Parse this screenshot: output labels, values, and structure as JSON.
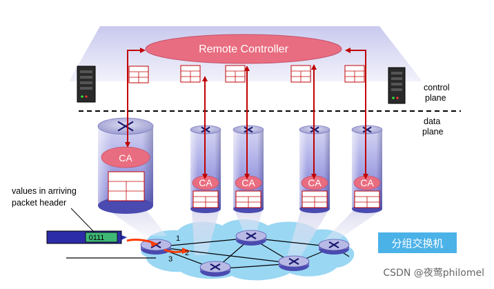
{
  "remote_controller": "Remote Controller",
  "plane_labels": {
    "control": [
      "control",
      "plane"
    ],
    "data": [
      "data",
      "plane"
    ]
  },
  "ca_label": "CA",
  "arriving_header": {
    "caption": [
      "values in arriving",
      "packet header"
    ],
    "value": "0111"
  },
  "port_numbers": [
    "1",
    "2",
    "3"
  ],
  "network_label": "分组交换机",
  "watermark": "CSDN @夜莺philomel",
  "colors": {
    "controller_fill": "#e96d80",
    "ca_fill": "#e96d80",
    "arrow": "#c00000",
    "plane_band": "#dcdcf5",
    "cylinder": "#8f8fd8",
    "cloud": "#8fd3f2",
    "label_bg": "#4bb2e8"
  }
}
